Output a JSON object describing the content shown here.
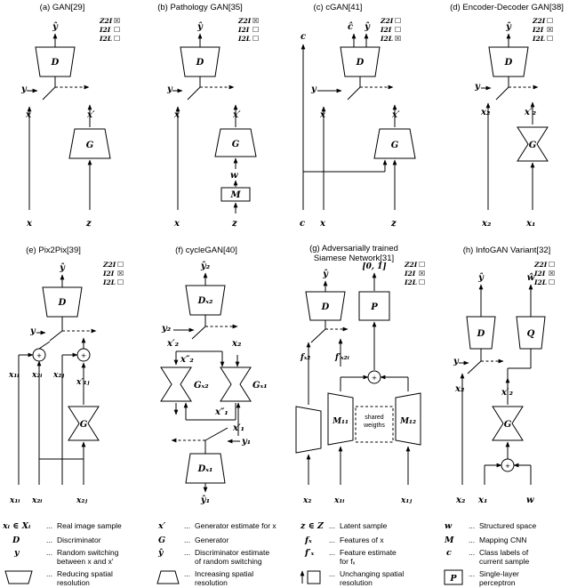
{
  "panels": {
    "a": {
      "title": "(a) GAN[29]",
      "flags": [
        "Z2I",
        "I2I",
        "I2L"
      ],
      "checks": [
        "☒",
        "☐",
        "☐"
      ],
      "out": "ŷ",
      "disc": "D",
      "gen": "G",
      "y": "y",
      "x": "x",
      "xp": "x′",
      "xin": "x",
      "zin": "z"
    },
    "b": {
      "title": "(b) Pathology GAN[35]",
      "flags": [
        "Z2I",
        "I2I",
        "I2L"
      ],
      "checks": [
        "☒",
        "☐",
        "☐"
      ],
      "out": "ŷ",
      "disc": "D",
      "gen": "G",
      "map": "M",
      "y": "y",
      "x": "x",
      "xp": "x′",
      "w": "w",
      "xin": "x",
      "zin": "z"
    },
    "c": {
      "title": "(c) cGAN[41]",
      "flags": [
        "Z2I",
        "I2I",
        "I2L"
      ],
      "checks": [
        "☐",
        "☐",
        "☒"
      ],
      "out_c": "ĉ",
      "out": "ŷ",
      "c_top": "c",
      "disc": "D",
      "gen": "G",
      "y": "y",
      "x": "x",
      "xp": "x′",
      "cin": "c",
      "xin": "x",
      "zin": "z"
    },
    "d": {
      "title": "(d) Encoder-Decoder GAN[38]",
      "flags": [
        "Z2I",
        "I2I",
        "I2L"
      ],
      "checks": [
        "☐",
        "☒",
        "☐"
      ],
      "out": "ŷ",
      "disc": "D",
      "gen": "G",
      "y": "y",
      "x2": "x₂",
      "x2p": "x′₂",
      "x2in": "x₂",
      "x1in": "x₁"
    },
    "e": {
      "title": "(e) Pix2Pix[39]",
      "flags": [
        "Z2I",
        "I2I",
        "I2L"
      ],
      "checks": [
        "☐",
        "☒",
        "☐"
      ],
      "out": "ŷ",
      "disc": "D",
      "gen": "G",
      "y": "y",
      "x1i": "x₁ᵢ",
      "x2i": "x₂ᵢ",
      "x2j": "x₂ⱼ",
      "x1jp": "x′₁ⱼ",
      "in1": "x₁ᵢ",
      "in2": "x₂ᵢ",
      "in3": "x₂ⱼ"
    },
    "f": {
      "title": "(f) cycleGAN[40]",
      "out_top": "ŷ₂",
      "disc_top": "Dₓ₂",
      "y2": "y₂",
      "x2p": "x′₂",
      "x2": "x₂",
      "x2pp": "x″₂",
      "gx2": "Gₓ₂",
      "gx1": "Gₓ₁",
      "x1pp": "x″₁",
      "x1p": "x′₁",
      "y1": "y₁",
      "disc_bot": "Dₓ₁",
      "out_bot": "ŷ₁"
    },
    "g": {
      "title": "(g) Adversarially trained",
      "title2": "Siamese Network[31]",
      "flags": [
        "Z2I",
        "I2I",
        "I2L"
      ],
      "checks": [
        "☐",
        "☒",
        "☐"
      ],
      "out": "ŷ",
      "range": "[0, 1]",
      "disc": "D",
      "pcp": "P",
      "fx2": "fₓ₂",
      "fx2i": "f′ₓ₂ᵢ",
      "m1": "M₁₁",
      "m2": "M₁₂",
      "shared1": "shared",
      "shared2": "weigths",
      "in2": "x₂",
      "in1i": "x₁ᵢ",
      "in1j": "x₁ⱼ"
    },
    "h": {
      "title": "(h) InfoGAN Variant[32]",
      "flags": [
        "Z2I",
        "I2I",
        "I2L"
      ],
      "checks": [
        "☐",
        "☒",
        "☐"
      ],
      "out": "ŷ",
      "outw": "ŵ",
      "disc": "D",
      "q": "Q",
      "gen": "G",
      "y": "y",
      "x2": "x₂",
      "x2p": "x′₂",
      "in2": "x₂",
      "in1": "x₁",
      "inw": "w"
    }
  },
  "legend": [
    {
      "sym": "xᵢ ∈ Xᵢ",
      "dots": "...",
      "l1": "Real image sample",
      "l2": ""
    },
    {
      "sym": "x′",
      "dots": "...",
      "l1": "Generator estimate for x",
      "l2": ""
    },
    {
      "sym": "z ∈ Z",
      "dots": "...",
      "l1": "Latent sample",
      "l2": ""
    },
    {
      "sym": "w",
      "dots": "...",
      "l1": "Structured space",
      "l2": ""
    },
    {
      "sym": "D",
      "dots": "...",
      "l1": "Discriminator",
      "l2": ""
    },
    {
      "sym": "G",
      "dots": "...",
      "l1": "Generator",
      "l2": ""
    },
    {
      "sym": "fₓ",
      "dots": "...",
      "l1": "Features of x",
      "l2": ""
    },
    {
      "sym": "M",
      "dots": "...",
      "l1": "Mapping CNN",
      "l2": ""
    },
    {
      "sym": "y",
      "dots": "...",
      "l1": "Random switching",
      "l2": "between x and x′"
    },
    {
      "sym": "ŷ",
      "dots": "...",
      "l1": "Discriminator estimate",
      "l2": "of random switching"
    },
    {
      "sym": "f′ₓ",
      "dots": "...",
      "l1": "Feature estimate",
      "l2": "for fₓ"
    },
    {
      "sym": "c",
      "dots": "...",
      "l1": "Class labels of",
      "l2": "current sample"
    },
    {
      "sym": "",
      "dots": "...",
      "l1": "Reducing spatial",
      "l2": "resolution"
    },
    {
      "sym": "",
      "dots": "...",
      "l1": "Increasing spatial",
      "l2": "resolution"
    },
    {
      "sym": "",
      "dots": "...",
      "l1": "Unchanging spatial",
      "l2": "resolution"
    },
    {
      "sym": "P",
      "dots": "...",
      "l1": "Single-layer",
      "l2": "perceptron"
    }
  ]
}
